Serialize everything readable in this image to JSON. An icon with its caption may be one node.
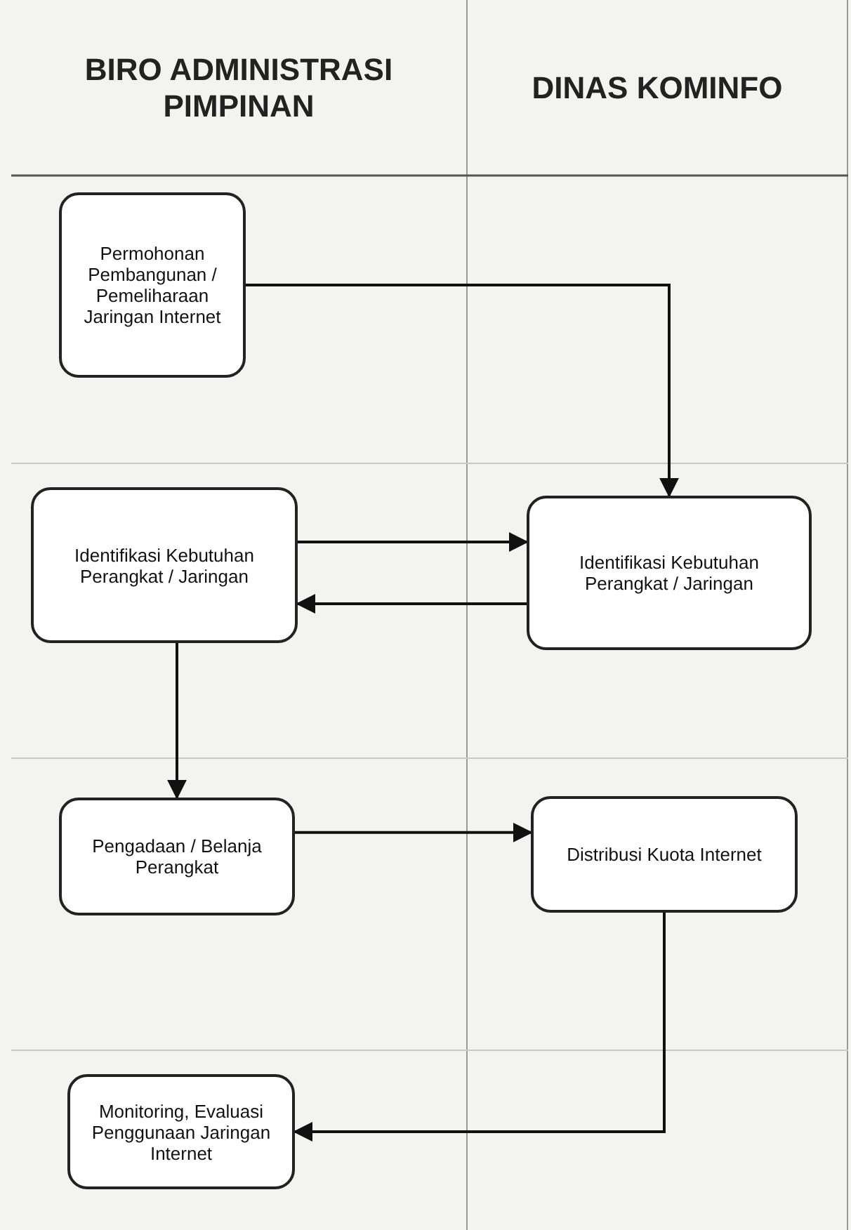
{
  "diagram": {
    "nodes": [
      {
        "text": [
          "BIRO ADMINISTRASI PIMPINAN"
        ]
      },
      {
        "text": [
          "DINAS KOMINFO"
        ]
      },
      {
        "text": [
          "Permohonan Pembangunan / Pemeliharaan Jaringan Internet"
        ],
        "in": 0
      },
      {
        "text": [
          "Identifikasi Kebutuhan Perangkat / Jaringan"
        ],
        "in": 0
      },
      {
        "text": [
          "Identifikasi Kebutuhan Perangkat / Jaringan"
        ],
        "in": 1
      },
      {
        "text": [
          "Pengadaan / Belanja Perangkat"
        ],
        "in": 0
      },
      {
        "text": [
          "Distribusi Kuota Internet"
        ],
        "in": 1
      },
      {
        "text": [
          "Monitoring, Evaluasi Penggunaan Jaringan Internet"
        ],
        "in": 0
      }
    ],
    "edges": [
      {
        "from": 2,
        "to": 4,
        "arrow": "to"
      },
      {
        "from": 3,
        "to": 4,
        "arrow": "to"
      },
      {
        "from": 4,
        "to": 3,
        "arrow": "to"
      },
      {
        "from": 3,
        "to": 5,
        "arrow": "to"
      },
      {
        "from": 5,
        "to": 6,
        "arrow": "to"
      },
      {
        "from": 6,
        "to": 7,
        "arrow": "to"
      }
    ]
  }
}
